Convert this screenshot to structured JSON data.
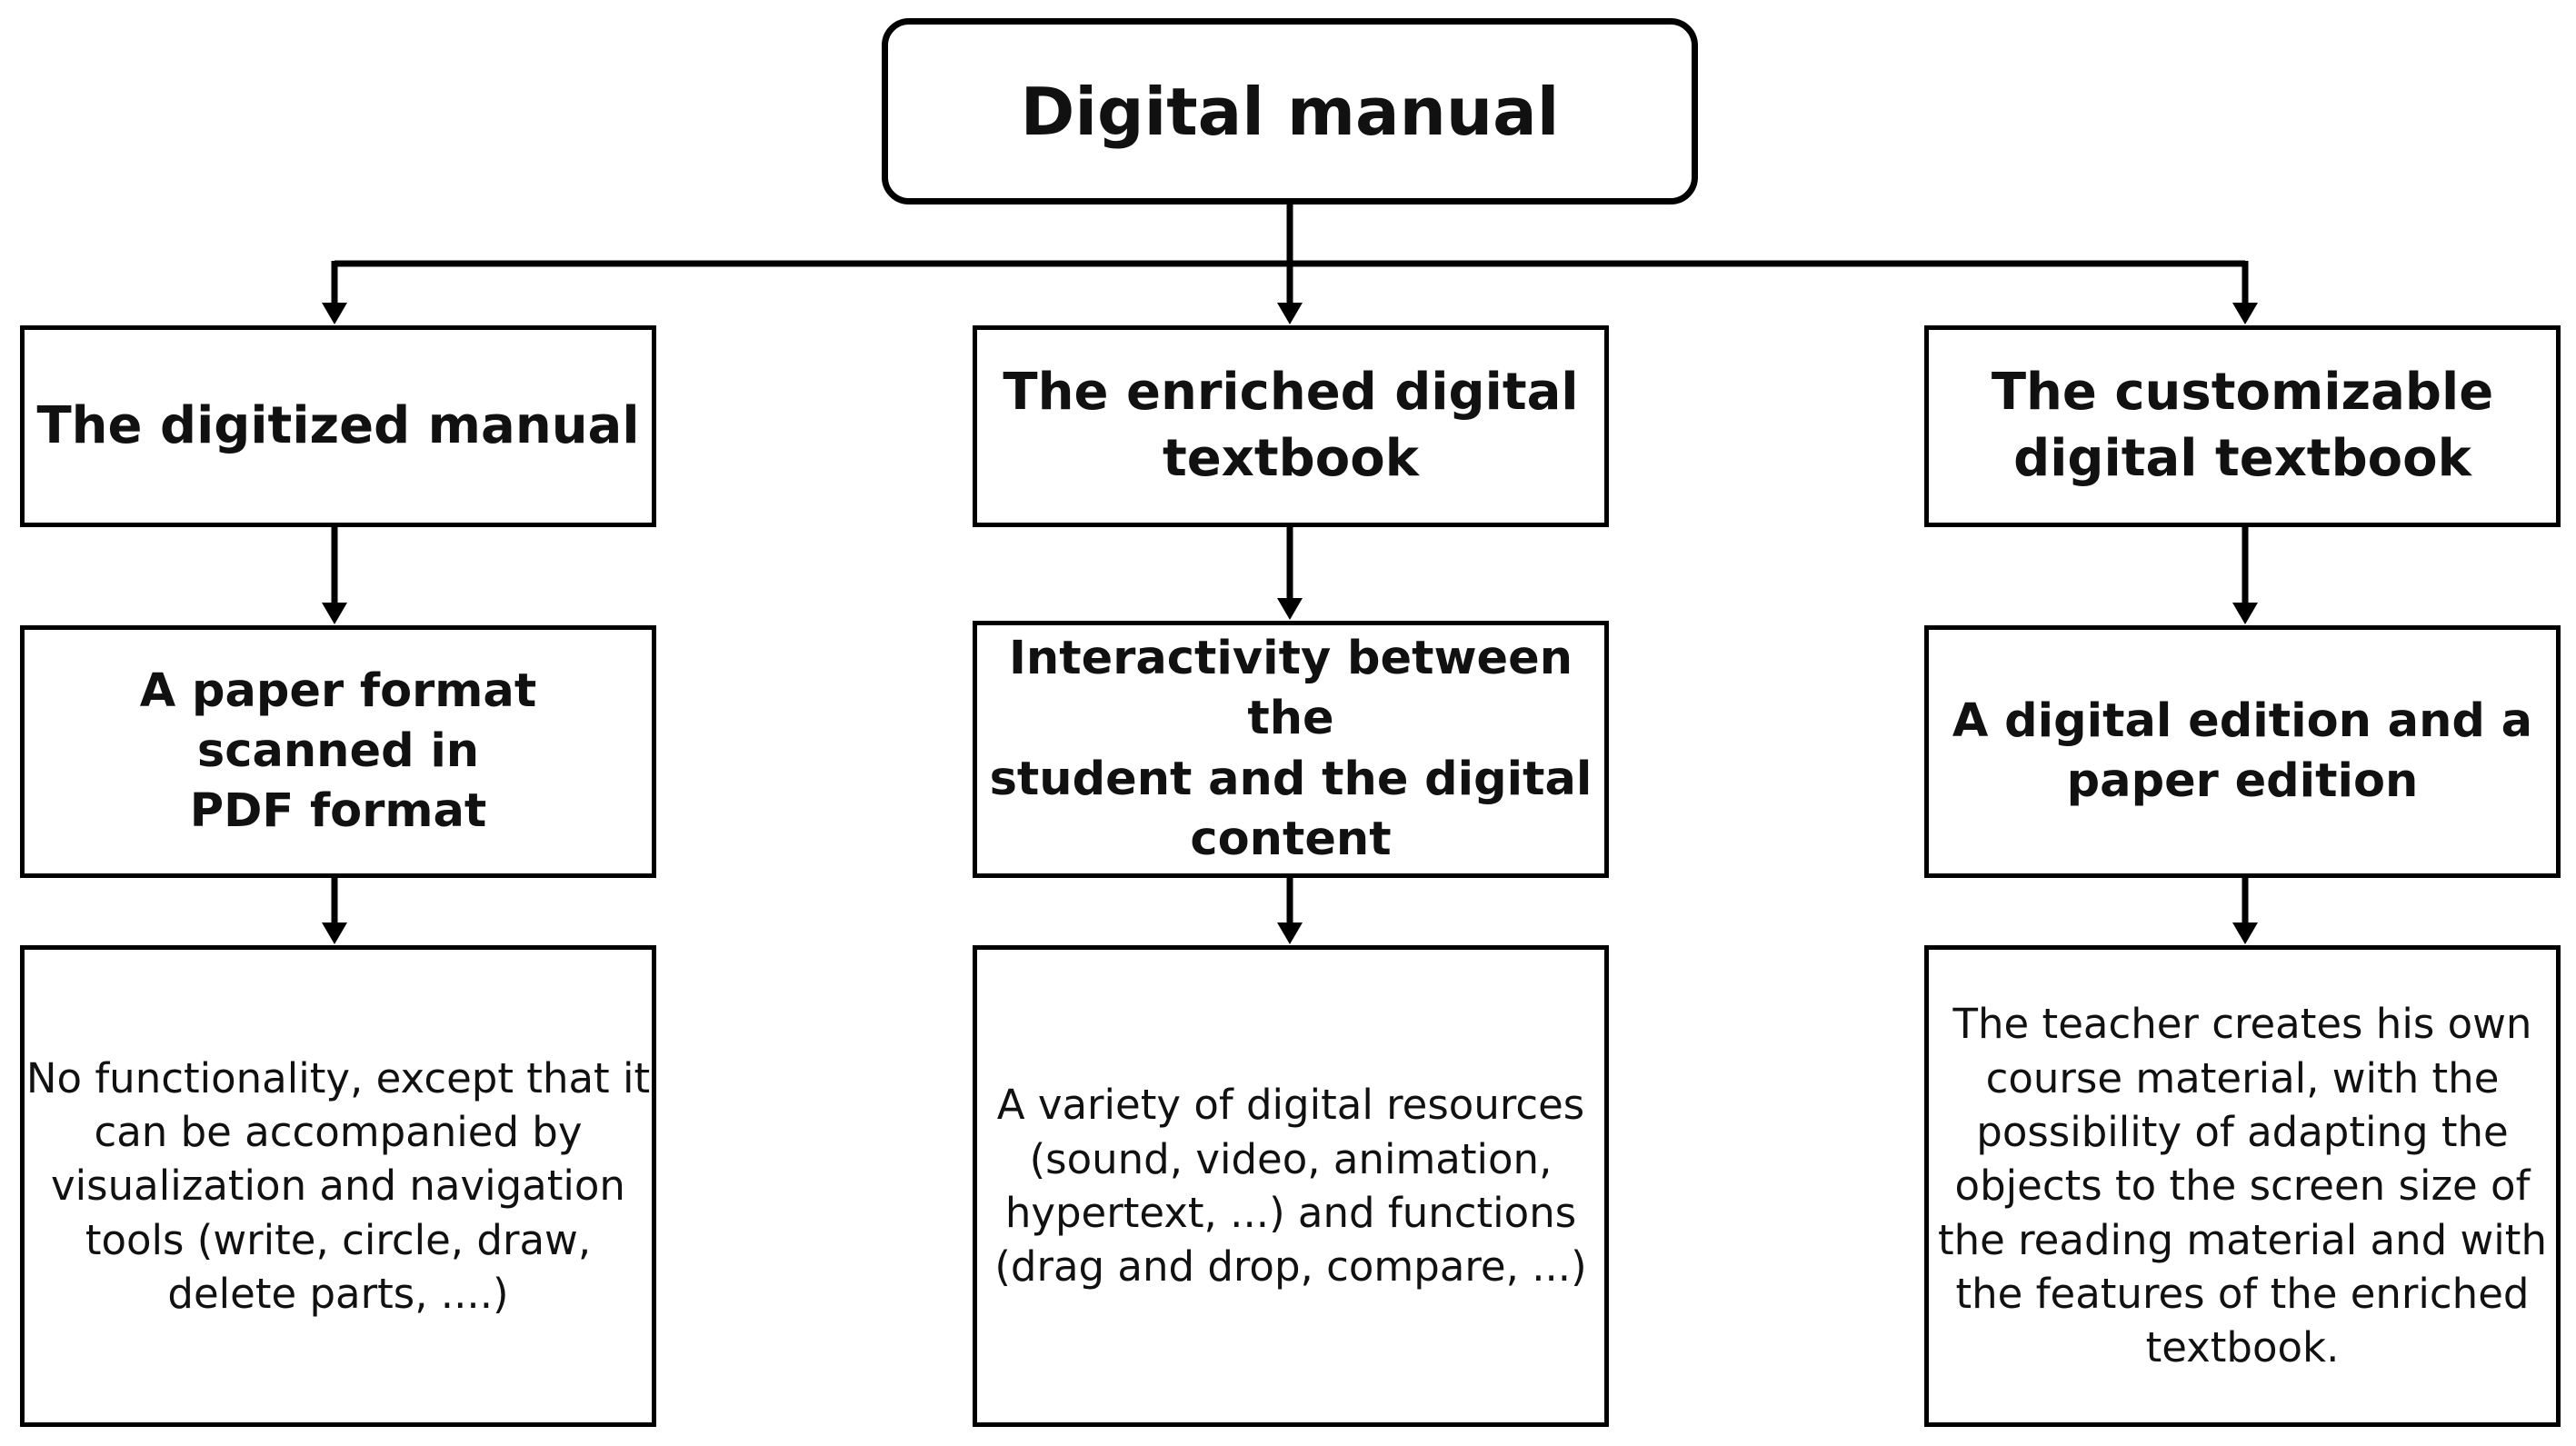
{
  "root": {
    "title": "Digital manual"
  },
  "columns": [
    {
      "type": "The digitized manual",
      "feature": "A paper format scanned in\nPDF format",
      "description": "No functionality, except that it\ncan be accompanied by\nvisualization and navigation\ntools (write, circle, draw,\ndelete parts, ....)"
    },
    {
      "type": "The enriched digital\ntextbook",
      "feature": "Interactivity between the\nstudent and the digital\ncontent",
      "description": "A variety of digital resources\n(sound, video, animation,\nhypertext, ...) and functions\n(drag and drop, compare, ...)"
    },
    {
      "type": "The customizable\ndigital textbook",
      "feature": "A digital edition and a\npaper edition",
      "description": "The teacher creates his own\ncourse material, with the\npossibility of adapting the\nobjects to the screen size of\nthe reading material and with\nthe features of the enriched\ntextbook."
    }
  ]
}
